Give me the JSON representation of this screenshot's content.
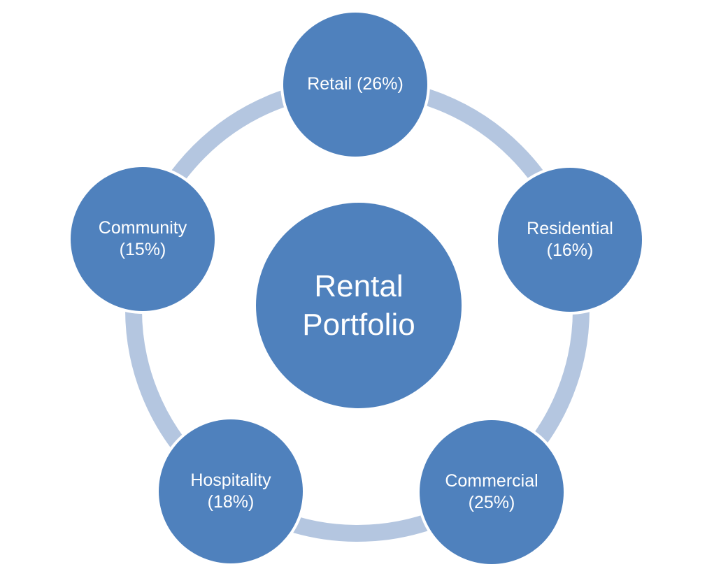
{
  "diagram": {
    "type": "radial-cycle",
    "center": {
      "label": "Rental Portfolio",
      "lines": [
        "Rental",
        "Portfolio"
      ]
    },
    "nodes": [
      {
        "label": "Retail (26%)",
        "category": "Retail",
        "value_pct": 26,
        "lines": [
          "Retail (26%)"
        ]
      },
      {
        "label": "Residential (16%)",
        "category": "Residential",
        "value_pct": 16,
        "lines": [
          "Residential",
          "(16%)"
        ]
      },
      {
        "label": "Commercial (25%)",
        "category": "Commercial",
        "value_pct": 25,
        "lines": [
          "Commercial",
          "(25%)"
        ]
      },
      {
        "label": "Hospitality (18%)",
        "category": "Hospitality",
        "value_pct": 18,
        "lines": [
          "Hospitality",
          "(18%)"
        ]
      },
      {
        "label": "Community (15%)",
        "category": "Community",
        "value_pct": 15,
        "lines": [
          "Community",
          "(15%)"
        ]
      }
    ],
    "colors": {
      "node_fill": "#4f81bd",
      "ring": "#b4c6e0",
      "text": "#ffffff",
      "background": "#ffffff"
    }
  }
}
